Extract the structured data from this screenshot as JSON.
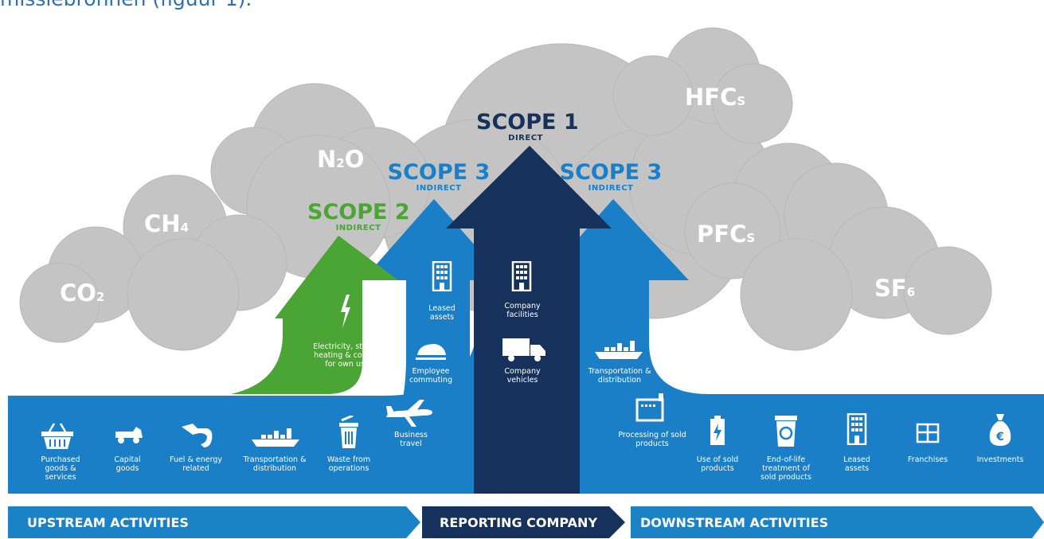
{
  "intro_text": "missiebronnen (figuur 1).",
  "colors": {
    "cloud": "#c4c4c4",
    "cloud_edge": "#b6b6b6",
    "scope1": "#16325c",
    "scope2": "#4aa535",
    "scope3": "#1a7fc7",
    "band": "#1b82c6"
  },
  "gases": {
    "co2": {
      "main": "CO",
      "sub": "2"
    },
    "ch4": {
      "main": "CH",
      "sub": "4"
    },
    "n2o": {
      "main": "N",
      "sub": "2",
      "tail": "O"
    },
    "hfcs": {
      "main": "HFC",
      "sub": "S"
    },
    "pfcs": {
      "main": "PFC",
      "sub": "S"
    },
    "sf6": {
      "main": "SF",
      "sub": "6"
    }
  },
  "scopes": {
    "scope1": {
      "title": "SCOPE 1",
      "sub": "DIRECT"
    },
    "scope2": {
      "title": "SCOPE 2",
      "sub": "INDIRECT"
    },
    "scope3_left": {
      "title": "SCOPE 3",
      "sub": "INDIRECT"
    },
    "scope3_right": {
      "title": "SCOPE 3",
      "sub": "INDIRECT"
    }
  },
  "labels": {
    "electricity": "Electricity, steam, heating & cooling for own use",
    "leased_assets_up": "Leased assets",
    "employee_commuting": "Employee commuting",
    "business_travel": "Business travel",
    "company_facilities": "Company facilities",
    "company_vehicles": "Company vehicles",
    "transport_down": "Transportation & distribution",
    "purchased_goods": "Purchased goods & services",
    "capital_goods": "Capital goods",
    "fuel_energy": "Fuel & energy related",
    "transport_up": "Transportation & distribution",
    "waste": "Waste from operations",
    "processing": "Processing of sold products",
    "use_of_sold": "Use of sold products",
    "end_of_life": "End-of-life treatment of sold products",
    "leased_assets_down": "Leased assets",
    "franchises": "Franchises",
    "investments": "Investments"
  },
  "bottom_bars": {
    "upstream": "UPSTREAM ACTIVITIES",
    "reporting": "REPORTING COMPANY",
    "downstream": "DOWNSTREAM ACTIVITIES"
  }
}
